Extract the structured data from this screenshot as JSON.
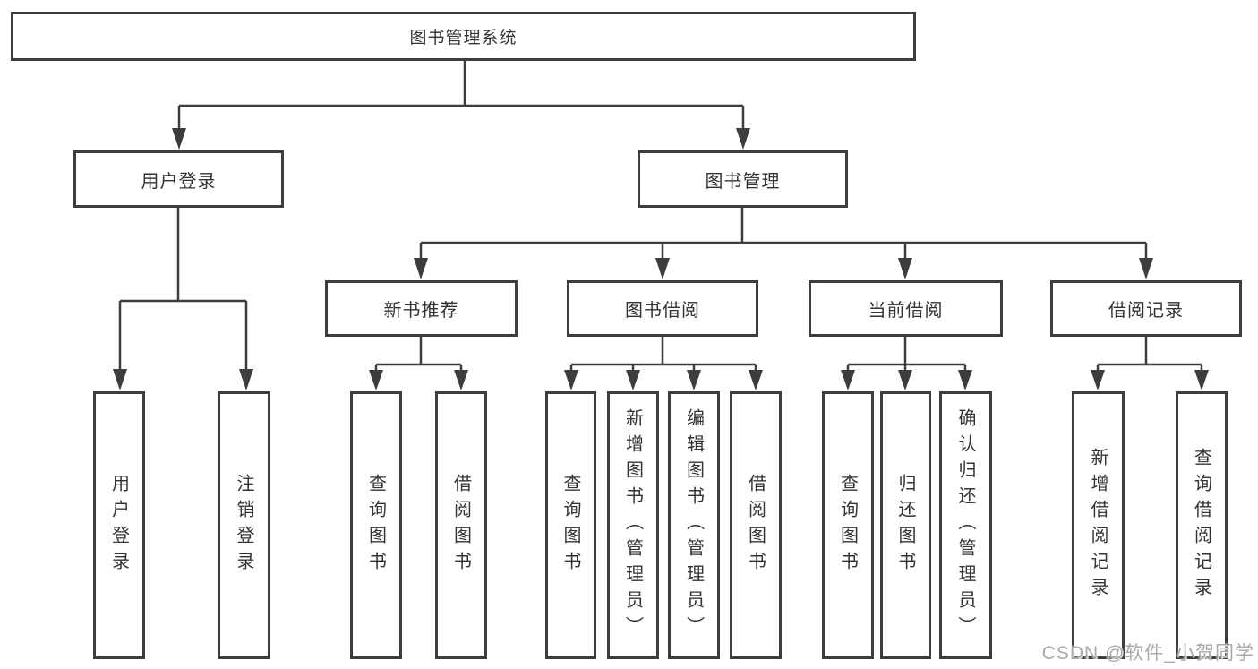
{
  "diagram": {
    "type": "hierarchy-tree",
    "title": "图书管理系统",
    "root": {
      "label": "图书管理系统"
    },
    "level2": [
      {
        "label": "用户登录"
      },
      {
        "label": "图书管理"
      }
    ],
    "level3": [
      {
        "label": "新书推荐",
        "parent": "图书管理"
      },
      {
        "label": "图书借阅",
        "parent": "图书管理"
      },
      {
        "label": "当前借阅",
        "parent": "图书管理"
      },
      {
        "label": "借阅记录",
        "parent": "图书管理"
      }
    ],
    "leaves": [
      {
        "label": "用户登录",
        "parent": "用户登录"
      },
      {
        "label": "注销登录",
        "parent": "用户登录"
      },
      {
        "label": "查询图书",
        "parent": "新书推荐"
      },
      {
        "label": "借阅图书",
        "parent": "新书推荐"
      },
      {
        "label": "查询图书",
        "parent": "图书借阅"
      },
      {
        "label": "新增图书（管理员）",
        "parent": "图书借阅"
      },
      {
        "label": "编辑图书（管理员）",
        "parent": "图书借阅"
      },
      {
        "label": "借阅图书",
        "parent": "图书借阅"
      },
      {
        "label": "查询图书",
        "parent": "当前借阅"
      },
      {
        "label": "归还图书",
        "parent": "当前借阅"
      },
      {
        "label": "确认归还（管理员）",
        "parent": "当前借阅"
      },
      {
        "label": "新增借阅记录",
        "parent": "借阅记录"
      },
      {
        "label": "查询借阅记录",
        "parent": "借阅记录"
      }
    ]
  },
  "watermark": {
    "text": "CSDN @软件_小贺同学"
  },
  "colors": {
    "line": "#3d3d3d",
    "box_border": "#3d3d3d",
    "text": "#333333",
    "watermark": "#a9a9a9",
    "background": "#ffffff"
  }
}
